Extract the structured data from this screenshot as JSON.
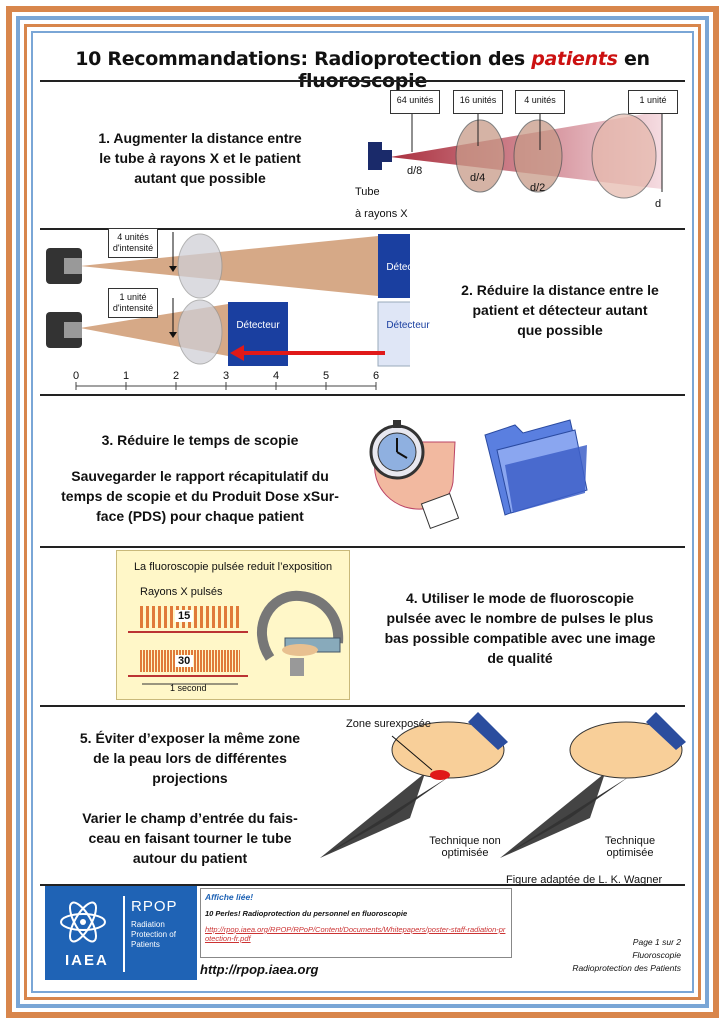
{
  "title": {
    "part1": "10 Recommandations: Radioprotection des ",
    "emph": "patients",
    "part2": " en fluoroscopie"
  },
  "s1": {
    "line1": "1. Augmenter la distance entre",
    "line2a": "le tube ",
    "line2b": "à",
    "line2c": " rayons X et le patient",
    "line3": "autant que possible",
    "box64": "64 unités",
    "box16": "16 unités",
    "box4": "4 unités",
    "box1": "1 unité",
    "d8": "d/8",
    "d4": "d/4",
    "d2": "d/2",
    "d": "d",
    "tube1": "Tube",
    "tube2": "à rayons X"
  },
  "s2": {
    "top_label1": "4 unités",
    "top_label2": "d'intensité",
    "bot_label1": "1 unité",
    "bot_label2": "d'intensité",
    "detector": "Détecteur",
    "line1": "2. Réduire la distance entre le",
    "line2": "patient et détecteur autant",
    "line3": "que possible",
    "ticks": [
      "0",
      "1",
      "2",
      "3",
      "4",
      "5",
      "6"
    ]
  },
  "s3": {
    "line1": "3. Réduire le temps de scopie",
    "line2": "Sauvegarder le rapport récapitulatif du",
    "line3": "temps de scopie et du Produit Dose xSur-",
    "line4": "face (PDS) pour chaque patient"
  },
  "s4": {
    "panel_title": "La fluoroscopie pulsée reduit l’exposition",
    "pulsed": "Rayons X pulsés",
    "n15": "15",
    "n30": "30",
    "second": "1 second",
    "line1": "4. Utiliser le mode de fluoroscopie",
    "line2": "pulsée avec le nombre de pulses le plus",
    "line3": "bas possible compatible avec une image",
    "line4": "de qualité"
  },
  "s5": {
    "line1": "5. Éviter d’exposer la même zone",
    "line2": "de la peau lors de différentes",
    "line3": "projections",
    "line4": "Varier le champ d’entrée du fais-",
    "line5": "ceau en faisant tourner le tube",
    "line6": "autour du patient",
    "zone": "Zone surexposée",
    "tech1a": "Technique non",
    "tech1b": "optimisée",
    "tech2a": "Technique",
    "tech2b": "optimisée",
    "credit": "Figure adaptée de L. K. Wagner"
  },
  "footer": {
    "rpop": "RPOP",
    "rpop1": "Radiation",
    "rpop2": "Protection of",
    "rpop3": "Patients",
    "iaea": "IAEA",
    "linked_title": "Affiche liée!",
    "linked_item": "10 Perles! Radioprotection du personnel en fluoroscopie",
    "linked_url": "http://rpop.iaea.org/RPOP/RPoP/Content/Documents/Whitepapers/poster-staff-radiation-protection-fr.pdf",
    "site": "http://rpop.iaea.org",
    "page": "Page 1 sur 2",
    "topic": "Fluoroscopie",
    "sub": "Radioprotection des Patients"
  },
  "colors": {
    "orange": "#d8864c",
    "blue": "#7aa6d6",
    "iaea_blue": "#1f63b5",
    "red": "#cc1111"
  }
}
